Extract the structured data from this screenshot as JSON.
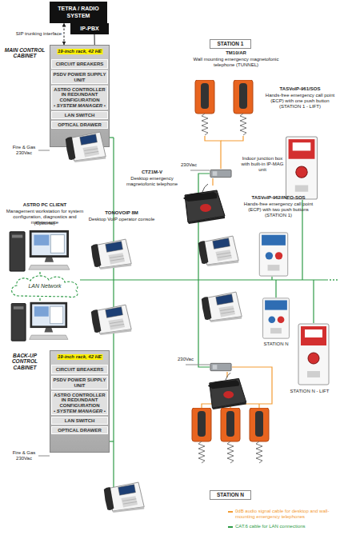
{
  "diagram": {
    "nodes": [
      {
        "text": [
          "TETRA / RADIO SYSTEM"
        ]
      },
      {
        "text": [
          "IP-PBX"
        ]
      },
      {
        "text": [
          "MAIN CONTROL CABINET",
          "19-inch rack, 42 HE"
        ]
      },
      {
        "text": [
          "CIRCUIT BREAKERS"
        ],
        "in": 2
      },
      {
        "text": [
          "PSDV POWER SUPPLY UNIT"
        ],
        "in": 2
      },
      {
        "text": [
          "ASTRO CONTROLLER IN REDUNDANT CONFIGURATION",
          "• SYSTEM MANAGER •"
        ],
        "in": 2
      },
      {
        "text": [
          "LAN SWITCH"
        ],
        "in": 2
      },
      {
        "text": [
          "OPTICAL DRAWER"
        ],
        "in": 2
      },
      {
        "text": [
          "STATION 1"
        ]
      },
      {
        "text": [
          "LAN Network"
        ]
      },
      {
        "text": [
          "BACK-UP CONTROL CABINET",
          "19-inch rack, 42 HE"
        ]
      },
      {
        "text": [
          "CIRCUIT BREAKERS"
        ],
        "in": 10
      },
      {
        "text": [
          "PSDV POWER SUPPLY UNIT"
        ],
        "in": 10
      },
      {
        "text": [
          "ASTRO CONTROLLER IN REDUNDANT CONFIGURATION",
          "• SYSTEM MANAGER •"
        ],
        "in": 10
      },
      {
        "text": [
          "LAN SWITCH"
        ],
        "in": 10
      },
      {
        "text": [
          "OPTICAL DRAWER"
        ],
        "in": 10
      },
      {
        "text": [
          "STATION N"
        ]
      }
    ],
    "edges": [
      {
        "from": 2,
        "to": 0,
        "label": "SIP trunking interface",
        "arrow": "both"
      },
      {
        "from": 2,
        "to": 1,
        "arrow": "none"
      }
    ],
    "labels": [
      "Fire & Gas 230Vac",
      "TM10/AR",
      "Wall mounting emergency magnetofonic telephone (TUNNEL)",
      "TASVoIP-961/SOS",
      "Hands-free emergency call point (ECP) with one push button (STATION 1 - LIFT)",
      "230Vac",
      "Indoor junction box with built-in IP-MAG unit",
      "CTZ1M-V",
      "Desktop emergency magnetofonic telephone",
      "TASVoIP-962/INFO-SOS",
      "Hands-free emergency call point (ECP) with two push buttons (STATION 1)",
      "ASTRO PC CLIENT",
      "Management workstation for system configuration, diagnostics and maintenance",
      "(Optional)",
      "TONOVOIP 8M",
      "Desktop VoIP operator console",
      "STATION N",
      "STATION N - LIFT",
      "230Vac",
      "Fire & Gas 230Vac"
    ],
    "legend": [
      {
        "text": "0dB audio signal cable for desktop and wall-mounting emergency telephones",
        "color": "#f39c33"
      },
      {
        "text": "CAT.6 cable for LAN connections",
        "color": "#2e9b47"
      }
    ]
  }
}
